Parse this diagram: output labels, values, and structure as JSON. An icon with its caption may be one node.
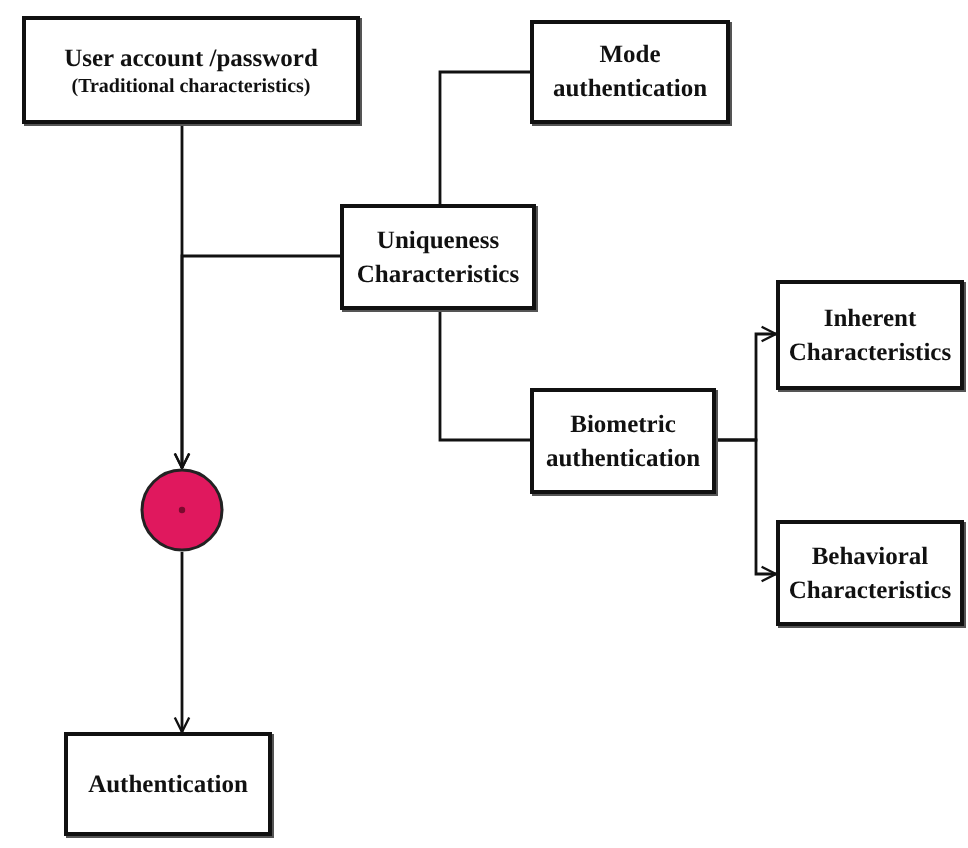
{
  "diagram": {
    "nodes": [
      {
        "text": [
          "User account /password",
          "(Traditional characteristics)"
        ]
      },
      {
        "text": [
          "Mode authentication"
        ]
      },
      {
        "text": [
          "Uniqueness Characteristics"
        ]
      },
      {
        "text": [
          "Biometric authentication"
        ]
      },
      {
        "text": [
          "Inherent Characteristics"
        ]
      },
      {
        "text": [
          "Behavioral Characteristics"
        ]
      },
      {
        "text": [],
        "shape": "circle"
      },
      {
        "text": [
          "Authentication"
        ]
      }
    ],
    "edges": [
      {
        "from": 0,
        "to": 6,
        "arrow": "to"
      },
      {
        "from": 2,
        "to": 6,
        "arrow": "to"
      },
      {
        "from": 2,
        "to": 1,
        "arrow": "none"
      },
      {
        "from": 2,
        "to": 3,
        "arrow": "none"
      },
      {
        "from": 3,
        "to": 4,
        "arrow": "to"
      },
      {
        "from": 3,
        "to": 5,
        "arrow": "to"
      },
      {
        "from": 6,
        "to": 7,
        "arrow": "to"
      }
    ]
  }
}
